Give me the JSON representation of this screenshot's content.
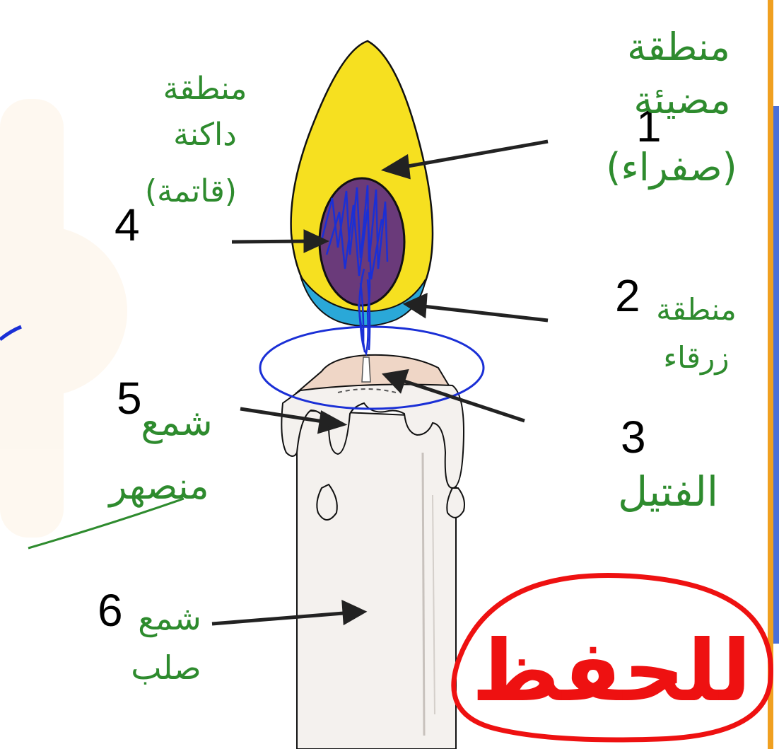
{
  "labels": [
    {
      "number": "1",
      "text": [
        "منطقة",
        "مضيئة",
        "(صفراء)"
      ]
    },
    {
      "number": "2",
      "text": [
        "منطقة",
        "زرقاء"
      ]
    },
    {
      "number": "3",
      "text": [
        "الفتيل"
      ]
    },
    {
      "number": "4",
      "text": [
        "منطقة",
        "داكنة",
        "(قاتمة)"
      ]
    },
    {
      "number": "5",
      "text": [
        "شمع",
        "منصهر"
      ]
    },
    {
      "number": "6",
      "text": [
        "شمع",
        "صلب"
      ]
    }
  ],
  "stamp": "للحفظ",
  "colors": {
    "ink_green": "#2e8b2e",
    "ink_blue": "#1a2fd6",
    "ink_red": "#ee1111",
    "flame_yellow": "#f6e020",
    "flame_inner": "#6a3a7a",
    "flame_blue": "#2aa8d8",
    "wax": "#f4f1ee",
    "wick_top": "#e8c6b4",
    "frame_orange": "#f0a020",
    "frame_blue": "#4a6fd8"
  }
}
